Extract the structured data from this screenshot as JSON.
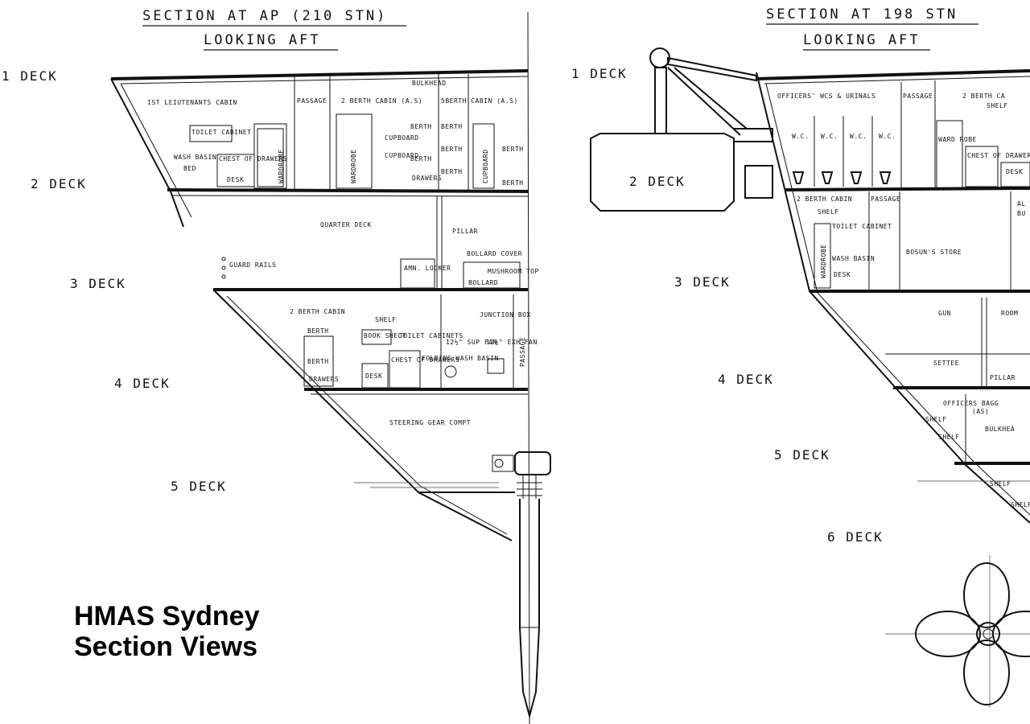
{
  "left_section": {
    "title": "SECTION  AT  AP  (210 STN)",
    "subtitle": "LOOKING  AFT",
    "decks": [
      "1 DECK",
      "2 DECK",
      "3 DECK",
      "4 DECK",
      "5 DECK"
    ],
    "labels": {
      "bulkhead": "BULKHEAD",
      "lieutenants_cabin": "1ST LEIUTENANTS CABIN",
      "passage": "PASSAGE",
      "two_berth_cabin_as": "2 BERTH CABIN (A.S)",
      "five_berth_cabin_as": "5BERTH CABIN (A.S)",
      "toilet_cabinet": "TOILET CABINET",
      "wash_basin": "WASH BASIN",
      "chest_of_drawers": "CHEST OF DRAWERS",
      "bed": "BED",
      "desk": "DESK",
      "wardrobe": "WARDROBE",
      "cupboard": "CUPBOARD",
      "berth": "BERTH",
      "drawers": "DRAWERS",
      "quarter_deck": "QUARTER DECK",
      "pillar": "PILLAR",
      "bollard_cover": "BOLLARD COVER",
      "amn_locker": "AMN. LOCKER",
      "mushroom_top": "MUSHROOM TOP",
      "bollard": "BOLLARD",
      "guard_rails": "GUARD RAILS",
      "two_berth_cabin": "2 BERTH CABIN",
      "shelf": "SHELF",
      "book_shelf": "BOOK SHELF",
      "toilet_cabinets": "TOILET CABINETS",
      "junction_box": "JUNCTION BOX",
      "sup_fan": "12½\" SUP FAN",
      "exh_fan": "12½\" EXH FAN",
      "folding_wash_basin": "FOLDING WASH BASIN",
      "passage_vertical": "PASSAGE",
      "steering_gear": "STEERING GEAR COMPT"
    }
  },
  "right_section": {
    "title": "SECTION  AT   198  STN",
    "subtitle": "LOOKING  AFT",
    "decks": [
      "1 DECK",
      "2 DECK",
      "3 DECK",
      "4 DECK",
      "5 DECK",
      "6 DECK"
    ],
    "labels": {
      "officers_wcs": "OFFICERS' WCS & URINALS",
      "passage": "PASSAGE",
      "two_berth_ca": "2 BERTH CA",
      "shelf": "SHELF",
      "wc": "W.C.",
      "wardrobe": "WARD ROBE",
      "chest_of_drawers": "CHEST OF DRAWERS",
      "desk": "DESK",
      "two_berth_cabin": "2 BERTH CABIN",
      "toilet_cabinet": "TOILET CABINET",
      "wardrobe_v": "WARDROBE",
      "wash_basin": "WASH BASIN",
      "desk2": "DESK",
      "bosuns_store": "BOSUN'S STORE",
      "al": "AL",
      "bu": "BU",
      "gun": "GUN",
      "room": "ROOM",
      "settee": "SETTEE",
      "pillar": "PILLAR",
      "officers_bagg": "OFFICERS BAGG",
      "as": "(AS)",
      "bulkhea": "BULKHEA",
      "shelf2": "SHELF"
    }
  },
  "caption": {
    "line1": "HMAS Sydney",
    "line2": "Section Views"
  }
}
